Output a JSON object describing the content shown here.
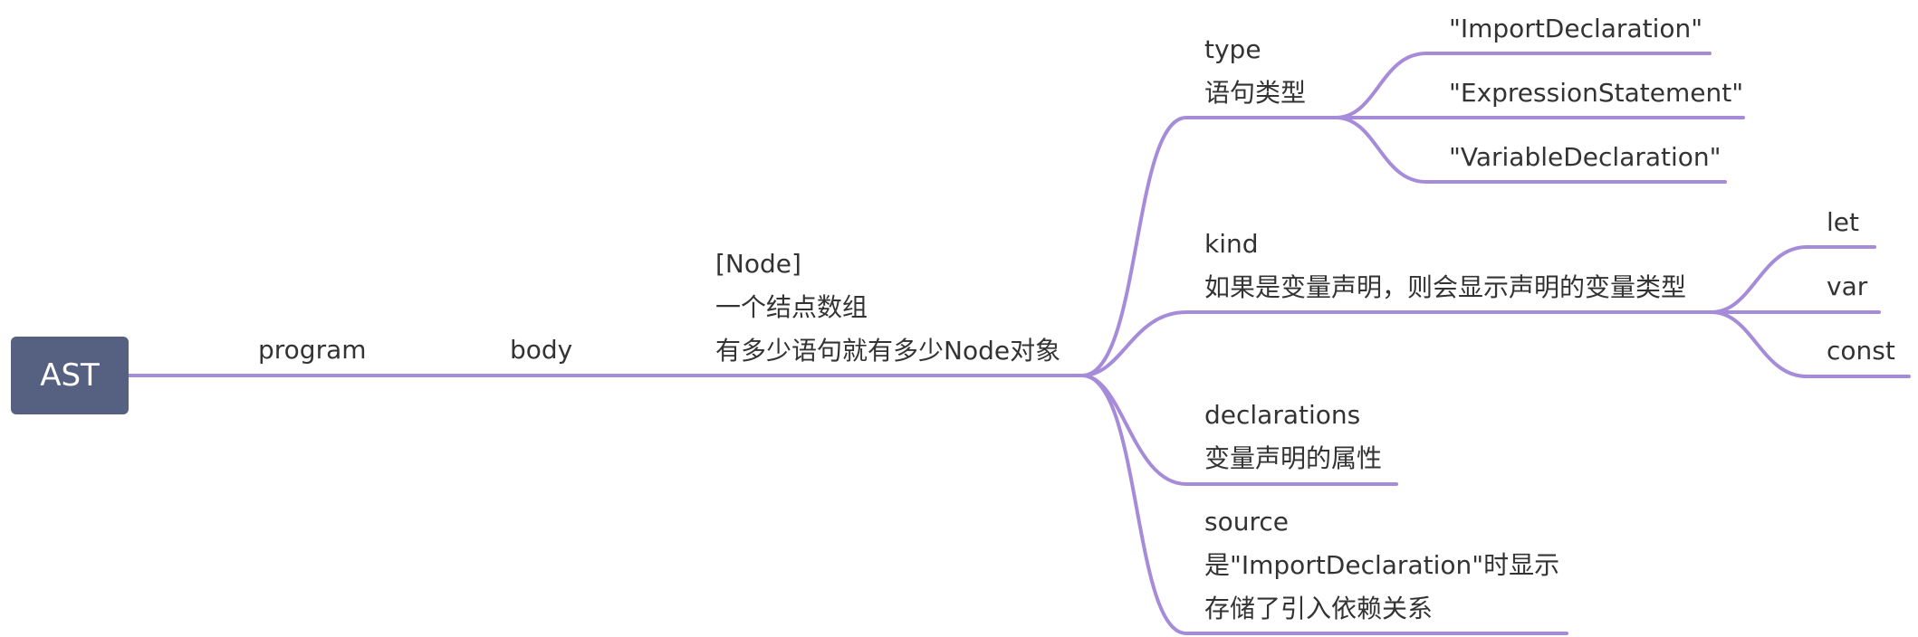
{
  "colors": {
    "branch": "#A68BD9",
    "root_bg": "#566081",
    "root_text": "#FFFFFF",
    "text": "#333333"
  },
  "root": {
    "label": "AST"
  },
  "nodes": {
    "program": {
      "label": "program"
    },
    "body": {
      "label": "body"
    },
    "node_array": {
      "lines": [
        "[Node]",
        "一个结点数组",
        "有多少语句就有多少Node对象"
      ]
    },
    "type": {
      "lines": [
        "type",
        "语句类型"
      ]
    },
    "type_values": [
      "\"ImportDeclaration\"",
      "\"ExpressionStatement\"",
      "\"VariableDeclaration\""
    ],
    "kind": {
      "lines": [
        "kind",
        "如果是变量声明，则会显示声明的变量类型"
      ]
    },
    "kind_values": [
      "let",
      "var",
      "const"
    ],
    "declarations": {
      "lines": [
        "declarations",
        "变量声明的属性"
      ]
    },
    "source": {
      "lines": [
        "source",
        "是\"ImportDeclaration\"时显示",
        "存储了引入依赖关系"
      ]
    }
  }
}
